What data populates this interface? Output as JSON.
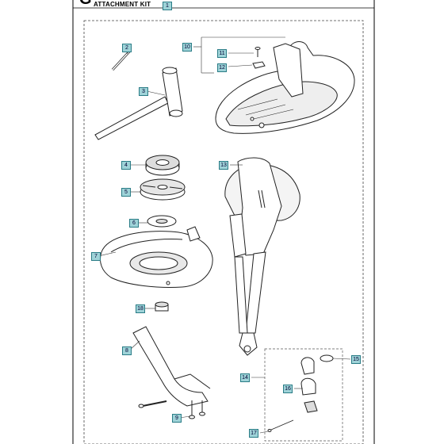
{
  "header": {
    "section_letter": "G",
    "title": "ATTACHMENT KIT",
    "section_number": "1"
  },
  "callouts": [
    "1",
    "2",
    "3",
    "4",
    "5",
    "6",
    "7",
    "8",
    "9",
    "10",
    "11",
    "12",
    "13",
    "14",
    "15",
    "16",
    "17",
    "18"
  ]
}
